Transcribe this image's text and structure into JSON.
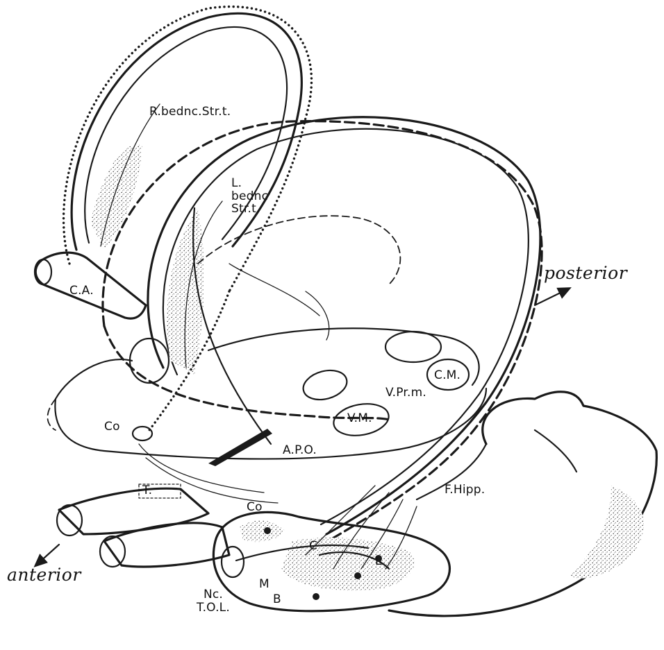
{
  "labels": {
    "r_bednc": "R.bednc.Str.t.",
    "l_bednc": "L.\nbednc\nStr.t.",
    "ca": "C.A.",
    "co_left": "Co",
    "apo": "A.P.O.",
    "vprm": "V.Pr.m.",
    "vm": "V.M.",
    "cm": "C.M.",
    "fhipp": "F.Hipp.",
    "co_lower": "Co",
    "t": "T.",
    "c": "C",
    "l": "L",
    "m": "M",
    "b": "B",
    "nc_tol": "Nc.\nT.O.L."
  },
  "directions": {
    "posterior": "posterior",
    "anterior": "anterior"
  },
  "colors": {
    "ink": "#1a1a1a",
    "paper": "#ffffff"
  }
}
